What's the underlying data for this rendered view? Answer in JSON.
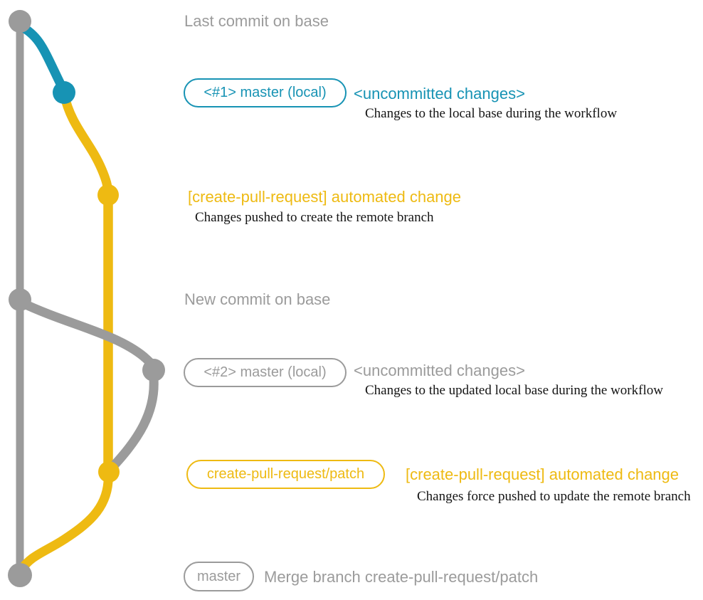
{
  "colors": {
    "gray": "#9b9b9b",
    "teal": "#1793b4",
    "yellow": "#eeba12",
    "ink": "#141414",
    "background": "#ffffff"
  },
  "annotations": {
    "last_commit": {
      "title": "Last commit on base"
    },
    "first_local": {
      "badge": "<#1> master (local)",
      "headline": "<uncommitted changes>",
      "detail": "Changes to the local base during the workflow"
    },
    "first_push": {
      "headline": "[create-pull-request] automated change",
      "detail": "Changes pushed to create the remote branch"
    },
    "new_commit": {
      "title": "New commit on base"
    },
    "second_local": {
      "badge": "<#2> master (local)",
      "headline": "<uncommitted changes>",
      "detail": "Changes to the updated local base during the workflow"
    },
    "force_push": {
      "badge": "create-pull-request/patch",
      "headline": "[create-pull-request] automated change",
      "detail": "Changes force pushed to update the remote branch"
    },
    "merge": {
      "badge": "master",
      "headline": "Merge branch create-pull-request/patch"
    }
  }
}
